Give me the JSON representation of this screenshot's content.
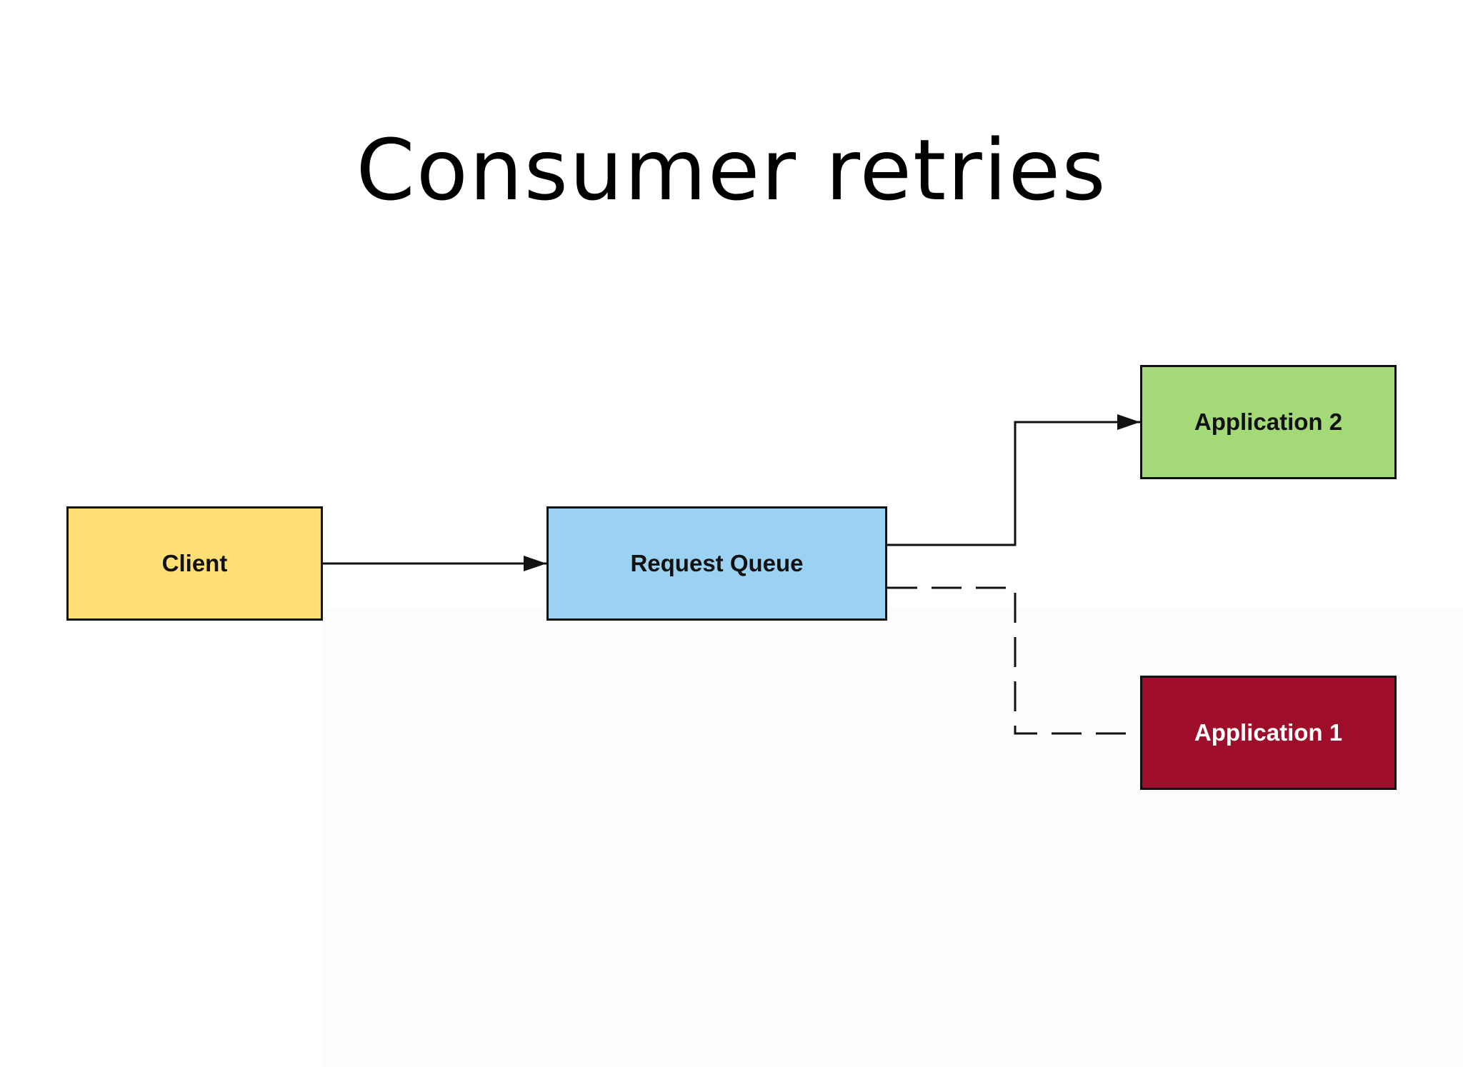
{
  "title": "Consumer retries",
  "nodes": {
    "client": {
      "label": "Client",
      "fill": "#FFDE75",
      "text_color": "#111111"
    },
    "request_queue": {
      "label": "Request Queue",
      "fill": "#9BD2F2",
      "text_color": "#111111"
    },
    "application_2": {
      "label": "Application 2",
      "fill": "#A3D977",
      "text_color": "#111111"
    },
    "application_1": {
      "label": "Application 1",
      "fill": "#9E0E2A",
      "text_color": "#ffffff"
    }
  },
  "edges": [
    {
      "from": "Client",
      "to": "Request Queue",
      "style": "solid",
      "arrow": true
    },
    {
      "from": "Request Queue",
      "to": "Application 2",
      "style": "solid",
      "arrow": true
    },
    {
      "from": "Request Queue",
      "to": "Application 1",
      "style": "dashed",
      "arrow": false
    }
  ]
}
